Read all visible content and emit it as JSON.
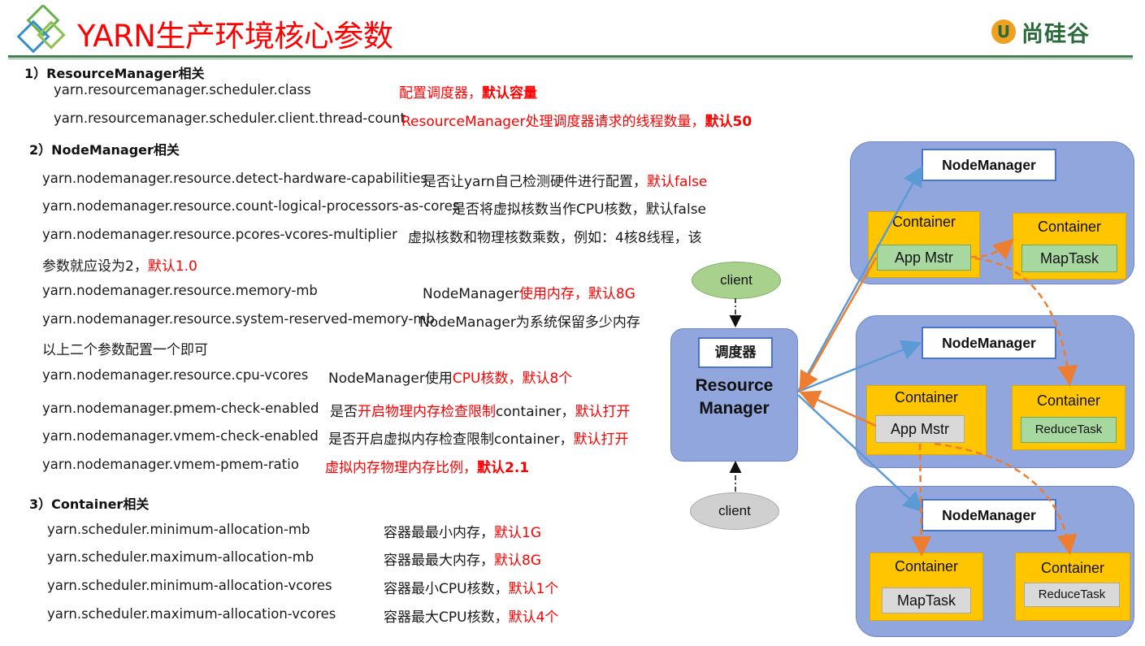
{
  "header": {
    "title": "YARN生产环境核心参数",
    "logo_text": "尚硅谷",
    "logo_glyph": "U"
  },
  "sections": {
    "s1": "1）ResourceManager相关",
    "s2": "2）NodeManager相关",
    "s3": "3）Container相关"
  },
  "rm": {
    "r1_param": "yarn.resourcemanager.scheduler.class",
    "r1_desc_a": "配置调度器，",
    "r1_desc_b": "默认容量",
    "r2_param": "yarn.resourcemanager.scheduler.client.thread-count",
    "r2_desc_a": "ResourceManager处理调度器请求的线程数量，",
    "r2_desc_b": "默认50"
  },
  "nm": {
    "n1_param": "yarn.nodemanager.resource.detect-hardware-capabilities",
    "n1_desc_a": "是否让yarn自己检测硬件进行配置，",
    "n1_desc_b": "默认false",
    "n2_param": "yarn.nodemanager.resource.count-logical-processors-as-cores",
    "n2_desc": "是否将虚拟核数当作CPU核数，默认false",
    "n3_param": "yarn.nodemanager.resource.pcores-vcores-multiplier",
    "n3_desc": "虚拟核数和物理核数乘数，例如：4核8线程，该",
    "n3_cont_a": "参数就应设为2，",
    "n3_cont_b": "默认1.0",
    "n4_param": "yarn.nodemanager.resource.memory-mb",
    "n4_desc_a": "NodeManager",
    "n4_desc_b": "使用内存，默认8G",
    "n5_param": "yarn.nodemanager.resource.system-reserved-memory-mb",
    "n5_desc": "NodeManager为系统保留多少内存",
    "n5_note": "以上二个参数配置一个即可",
    "n6_param": "yarn.nodemanager.resource.cpu-vcores",
    "n6_desc_a": "NodeManager使用",
    "n6_desc_b": "CPU核数，默认8个",
    "n7_param": "yarn.nodemanager.pmem-check-enabled",
    "n7_desc_a": "是否",
    "n7_desc_b": "开启物理内存检查限制",
    "n7_desc_c": "container，",
    "n7_desc_d": "默认打开",
    "n8_param": "yarn.nodemanager.vmem-check-enabled",
    "n8_desc_a": "是否开启虚拟内存检查限制container，",
    "n8_desc_b": "默认打开",
    "n9_param": "yarn.nodemanager.vmem-pmem-ratio",
    "n9_desc_a": "虚拟内存物理内存比例，",
    "n9_desc_b": "默认2.1"
  },
  "ct": {
    "c1_param": "yarn.scheduler.minimum-allocation-mb",
    "c1_desc_a": "容器最最小内存，",
    "c1_desc_b": "默认1G",
    "c2_param": "yarn.scheduler.maximum-allocation-mb",
    "c2_desc_a": "容器最最大内存，",
    "c2_desc_b": "默认8G",
    "c3_param": "yarn.scheduler.minimum-allocation-vcores",
    "c3_desc_a": "容器最小CPU核数，",
    "c3_desc_b": "默认1个",
    "c4_param": "yarn.scheduler.maximum-allocation-vcores",
    "c4_desc_a": "容器最大CPU核数，",
    "c4_desc_b": "默认4个"
  },
  "diagram": {
    "client_top": "client",
    "client_bottom": "client",
    "scheduler": "调度器",
    "rm_line1": "Resource",
    "rm_line2": "Manager",
    "nodes": [
      {
        "title": "NodeManager",
        "containers": [
          {
            "label": "Container",
            "task": "App Mstr"
          },
          {
            "label": "Container",
            "task": "MapTask"
          }
        ]
      },
      {
        "title": "NodeManager",
        "containers": [
          {
            "label": "Container",
            "task": "App Mstr"
          },
          {
            "label": "Container",
            "task": "ReduceTask"
          }
        ]
      },
      {
        "title": "NodeManager",
        "containers": [
          {
            "label": "Container",
            "task": "MapTask"
          },
          {
            "label": "Container",
            "task": "ReduceTask"
          }
        ]
      }
    ]
  },
  "colors": {
    "accent_red": "#ff0000",
    "brand_green": "#2b6a3b",
    "panel_blue": "#91a6dc",
    "container_yellow": "#ffc600",
    "arrow_blue": "#5b9bd5",
    "arrow_orange": "#ed7d31"
  }
}
